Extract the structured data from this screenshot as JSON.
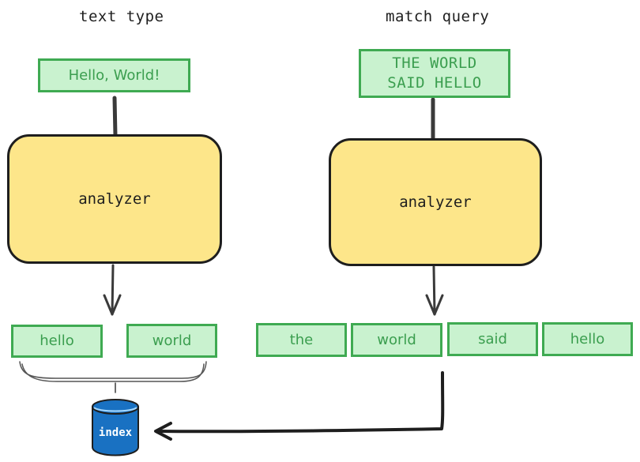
{
  "left_column": {
    "title": "text type",
    "input_text": "Hello, World!",
    "analyzer_label": "analyzer",
    "tokens": [
      "hello",
      "world"
    ]
  },
  "right_column": {
    "title": "match query",
    "input_text": "THE WORLD\nSAID HELLO",
    "analyzer_label": "analyzer",
    "tokens": [
      "the",
      "world",
      "said",
      "hello"
    ]
  },
  "database": {
    "label": "index",
    "fill_color": "#1971c2"
  },
  "colors": {
    "token_fill": "#c9f2cf",
    "token_stroke": "#3faa52",
    "analyzer_fill": "#fde68a",
    "stroke": "#1e1e1e"
  }
}
